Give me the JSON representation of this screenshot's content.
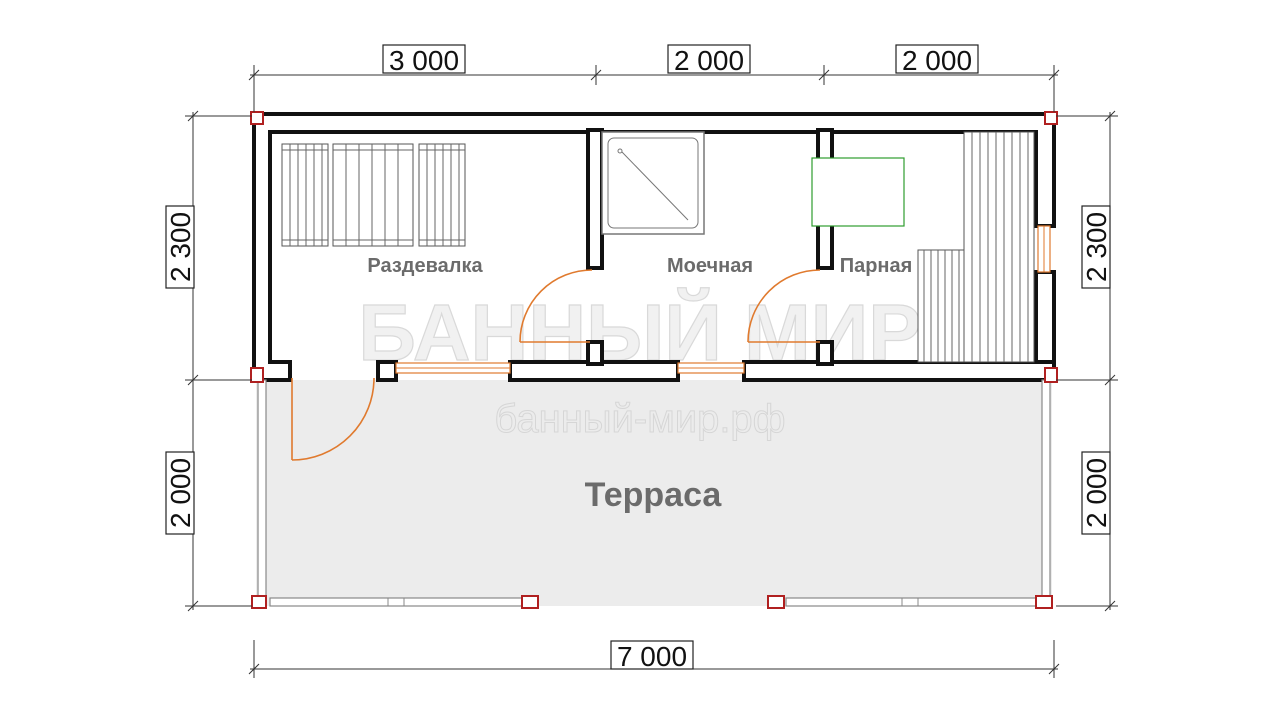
{
  "dimensions": {
    "top": [
      "3 000",
      "2 000",
      "2 000"
    ],
    "left_upper": "2 300",
    "left_lower": "2 000",
    "right_upper": "2 300",
    "right_lower": "2 000",
    "bottom_total": "7 000"
  },
  "rooms": {
    "dressing": "Раздевалка",
    "washroom": "Моечная",
    "steam": "Парная",
    "terrace": "Терраса"
  },
  "watermark": {
    "brand": "БАННЫЙ МИР",
    "site": "банный-мир.рф"
  },
  "colors": {
    "wall": "#111111",
    "door": "#e07a2e",
    "post": "#b02020",
    "stove": "#2e9c2e",
    "terrace_floor": "#ececec",
    "label": "#6b6b6b"
  }
}
